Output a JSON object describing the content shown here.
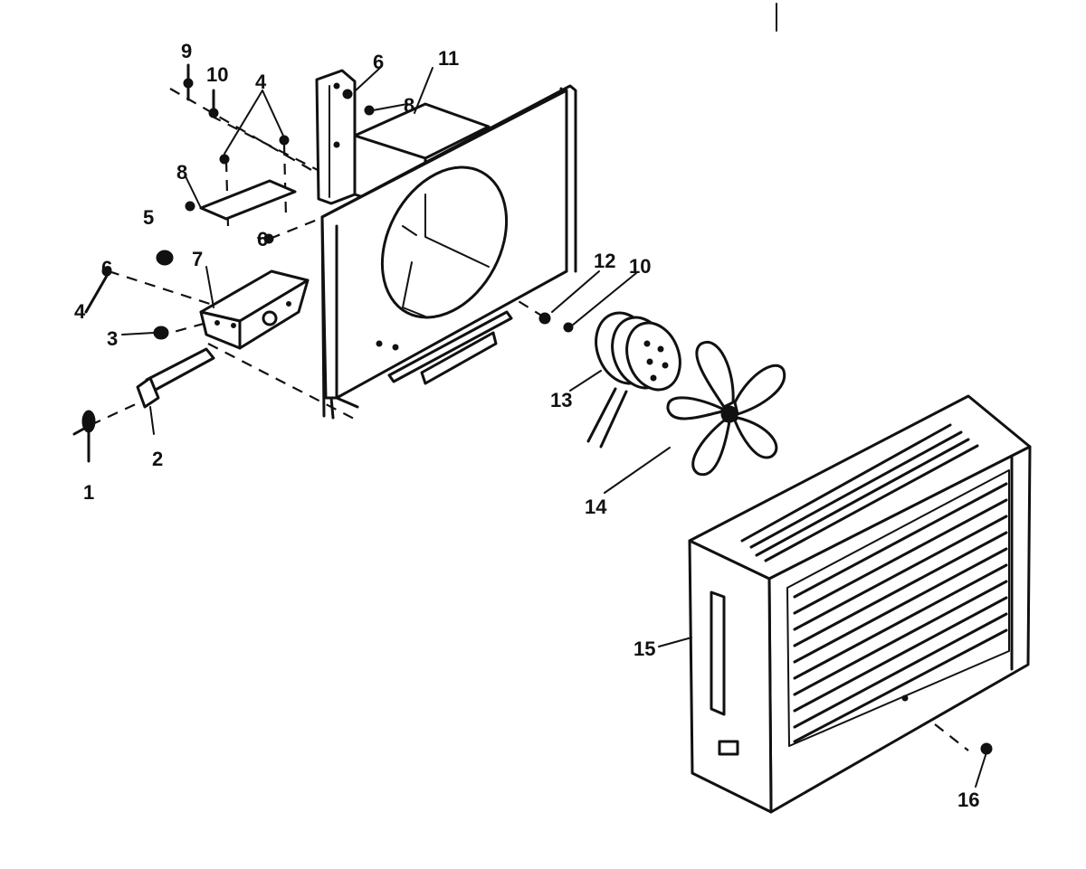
{
  "callouts": {
    "c1": "1",
    "c2": "2",
    "c3": "3",
    "c4a": "4",
    "c4b": "4",
    "c5": "5",
    "c6a": "6",
    "c6b": "6",
    "c7": "7",
    "c8a": "8",
    "c8b": "8",
    "c9": "9",
    "c10a": "10",
    "c10b": "10",
    "c11": "11",
    "c12": "12",
    "c13": "13",
    "c14": "14",
    "c15": "15",
    "c16": "16"
  }
}
